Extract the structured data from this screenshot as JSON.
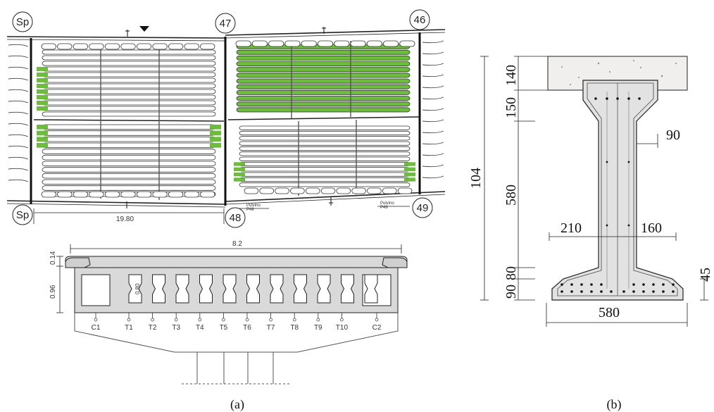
{
  "colors": {
    "highlight": "#6dbb3f",
    "line": "#222222",
    "concrete": "#d9d9d9",
    "slab": "#f0efed"
  },
  "plan": {
    "grid_sp_top": "Sp",
    "grid_sp_bottom": "Sp",
    "grid_47": "47",
    "grid_46": "46",
    "grid_48": "48",
    "grid_49": "49",
    "span_dimension": "19.80"
  },
  "section_a": {
    "width_dimension": "8.2",
    "deck_thickness": "0.14",
    "girder_depth": "0.96",
    "inner_depth": "0.80",
    "girders": [
      "C1",
      "T1",
      "T2",
      "T3",
      "T4",
      "T5",
      "T6",
      "T7",
      "T8",
      "T9",
      "T10",
      "C2"
    ],
    "caption": "(a)"
  },
  "section_b": {
    "total_height": "104",
    "dim_slab": "140",
    "dim_top_flange": "150",
    "dim_web": "580",
    "dim_bottom_taper": "80",
    "dim_bottom_flange": "90",
    "dim_web_offset": "90",
    "dim_left": "210",
    "dim_right": "160",
    "dim_bottom_width": "580",
    "dim_bottom_side": "45",
    "caption": "(b)"
  }
}
